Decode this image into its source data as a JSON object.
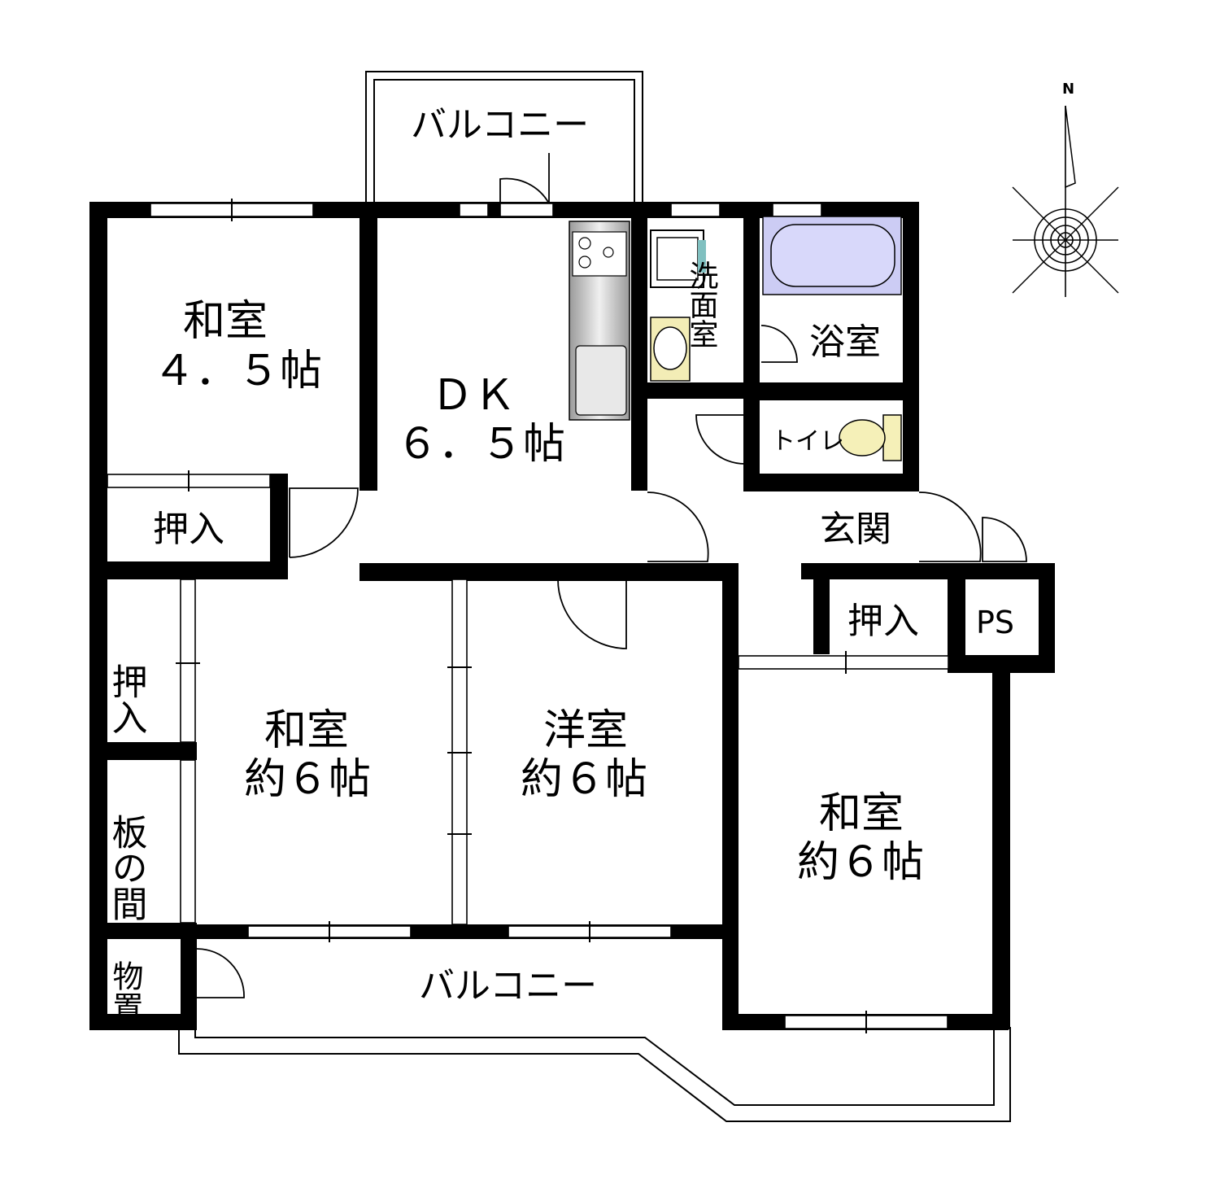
{
  "rooms": {
    "washitsu_a": {
      "name": "和室",
      "size": "４．５帖"
    },
    "dk": {
      "name": "ＤＫ",
      "size": "６．５帖"
    },
    "washitsu_b": {
      "name": "和室",
      "size": "約６帖"
    },
    "youshitsu": {
      "name": "洋室",
      "size": "約６帖"
    },
    "washitsu_c": {
      "name": "和室",
      "size": "約６帖"
    }
  },
  "labels": {
    "balcony_top": "バルコニー",
    "balcony_bottom": "バルコニー",
    "oshiire_top": "押入",
    "oshiire_left": "押入",
    "oshiire_entry": "押入",
    "itanoma": "板の間",
    "monooki": "物置",
    "senmenshitsu": "洗面室",
    "yokushitsu": "浴室",
    "toilet": "トイレ",
    "genkan": "玄関",
    "ps": "PS"
  },
  "compass": {
    "north_label": "N"
  },
  "colors": {
    "wall": "#000000",
    "bathtub": "#c8c8f0",
    "toilet": "#f5f0b8",
    "kitchen": "#b4b4b4"
  }
}
